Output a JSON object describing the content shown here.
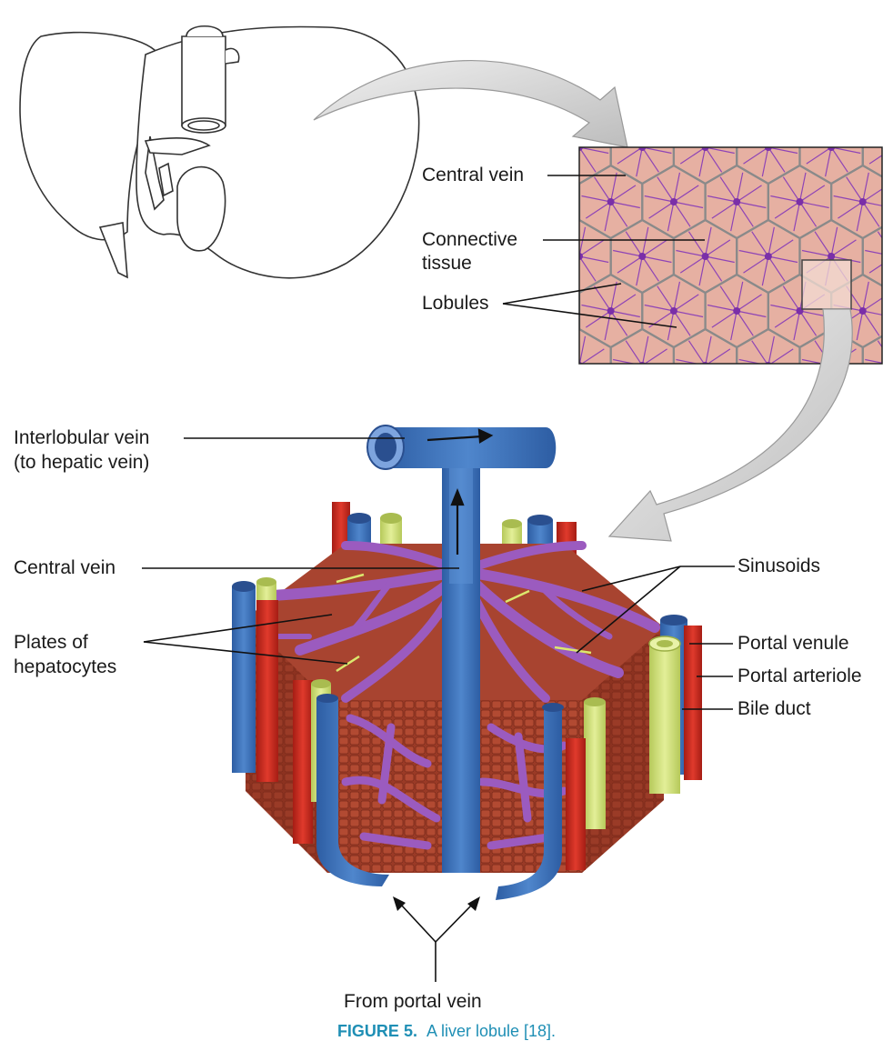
{
  "labels": {
    "central_vein_top": "Central vein",
    "connective_tissue_1": "Connective",
    "connective_tissue_2": "tissue",
    "lobules": "Lobules",
    "interlobular_vein_1": "Interlobular vein",
    "interlobular_vein_2": "(to hepatic vein)",
    "central_vein": "Central vein",
    "plates_1": "Plates of",
    "plates_2": "hepatocytes",
    "sinusoids": "Sinusoids",
    "portal_venule": "Portal venule",
    "portal_arteriole": "Portal arteriole",
    "bile_duct": "Bile duct",
    "from_portal_vein": "From portal vein"
  },
  "caption": {
    "number": "FIGURE 5.",
    "text": "A liver lobule [18]."
  },
  "colors": {
    "vein_blue": "#3a6fb8",
    "artery_red": "#d0281d",
    "bile_yellow": "#cfe07a",
    "sinusoid_purple": "#9b5bbf",
    "tissue_brown": "#9a3a26",
    "lobule_pink": "#e6b0a2",
    "caption_blue": "#1f8fb5"
  }
}
